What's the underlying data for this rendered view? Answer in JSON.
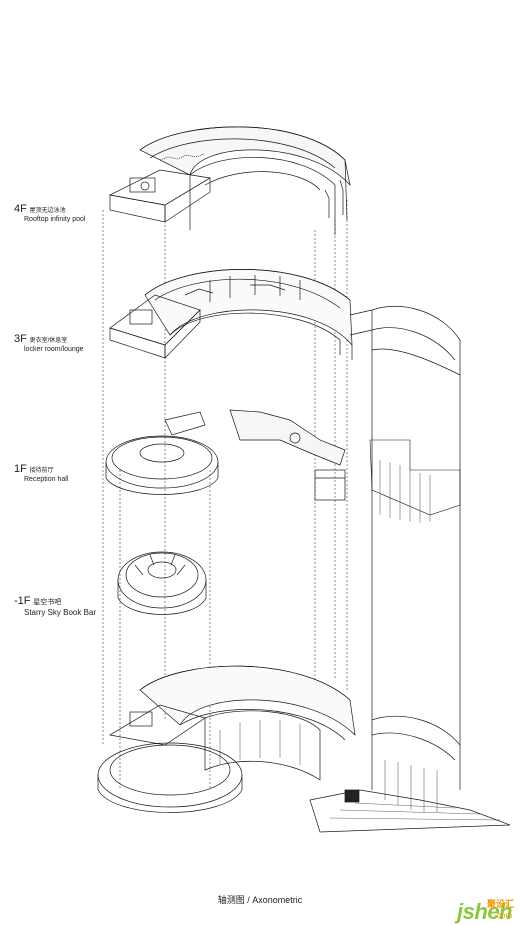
{
  "levels": [
    {
      "code": "4F",
      "name_cn": "屋顶无边泳池",
      "name_en": "Rooftop infinity pool"
    },
    {
      "code": "3F",
      "name_cn": "更衣室/休息室",
      "name_en": "locker room/lounge"
    },
    {
      "code": "1F",
      "name_cn": "接待前厅",
      "name_en": "Reception hall"
    },
    {
      "code": "-1F",
      "name_cn": "星空书吧",
      "name_en": "Starry Sky Book Bar"
    }
  ],
  "caption": {
    "cn": "轴测图",
    "sep": "/",
    "en": "Axonometric"
  },
  "watermark": {
    "main": "jsheh",
    "side_cn": "聚设汇",
    "side_en": ".com"
  },
  "colors": {
    "line": "#1a1a1a",
    "accent": "#8cc63f",
    "accent2": "#f39800"
  }
}
